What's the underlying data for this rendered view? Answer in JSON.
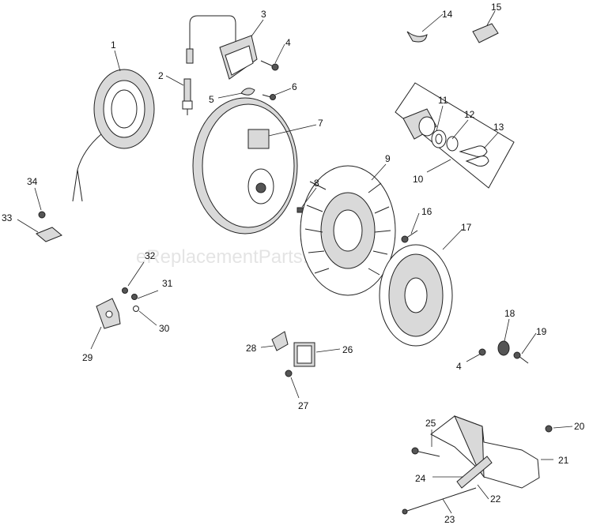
{
  "watermark": "eReplacementParts.com",
  "callouts": {
    "c1": "1",
    "c2": "2",
    "c3": "3",
    "c4": "4",
    "c4b": "4",
    "c5": "5",
    "c6": "6",
    "c7": "7",
    "c8": "8",
    "c9": "9",
    "c10": "10",
    "c11": "11",
    "c12": "12",
    "c13": "13",
    "c14": "14",
    "c15": "15",
    "c16": "16",
    "c17": "17",
    "c18": "18",
    "c19": "19",
    "c20": "20",
    "c21": "21",
    "c22": "22",
    "c23": "23",
    "c24": "24",
    "c25": "25",
    "c26": "26",
    "c27": "27",
    "c28": "28",
    "c29": "29",
    "c30": "30",
    "c31": "31",
    "c32": "32",
    "c33": "33",
    "c34": "34"
  }
}
